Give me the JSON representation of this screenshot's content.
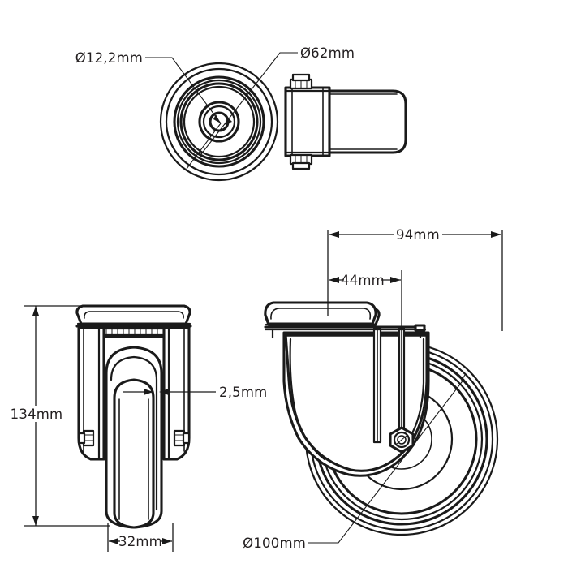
{
  "drawing": {
    "title": "Swivel castor technical drawing",
    "background_color": "#ffffff",
    "line_color": "#1a1a1a",
    "text_color": "#231f20"
  },
  "views": [
    {
      "id": "top-view",
      "name": "top-view",
      "description": "Plan view of swivel castor showing top plate hole pattern and fork shank"
    },
    {
      "id": "front-view",
      "name": "front-view",
      "description": "Front elevation showing overall height and wheel width"
    },
    {
      "id": "side-view",
      "name": "side-view",
      "description": "Side elevation showing swivel offset and wheel diameter"
    }
  ],
  "dimensions": {
    "bolt_hole_diameter": "Ø12,2mm",
    "plate_circle_diameter": "Ø62mm",
    "overall_height": "134mm",
    "wheel_width": "32mm",
    "tread_thickness": "2,5mm",
    "plate_length": "94mm",
    "swivel_offset": "44mm",
    "wheel_diameter": "Ø100mm"
  },
  "labels": [
    {
      "key": "bolt_hole_diameter",
      "text": "Ø12,2mm",
      "view": "top-view"
    },
    {
      "key": "plate_circle_diameter",
      "text": "Ø62mm",
      "view": "top-view"
    },
    {
      "key": "overall_height",
      "text": "134mm",
      "view": "front-view"
    },
    {
      "key": "tread_thickness",
      "text": "2,5mm",
      "view": "front-view"
    },
    {
      "key": "wheel_width",
      "text": "32mm",
      "view": "front-view"
    },
    {
      "key": "plate_length",
      "text": "94mm",
      "view": "side-view"
    },
    {
      "key": "swivel_offset",
      "text": "44mm",
      "view": "side-view"
    },
    {
      "key": "wheel_diameter",
      "text": "Ø100mm",
      "view": "side-view"
    }
  ]
}
